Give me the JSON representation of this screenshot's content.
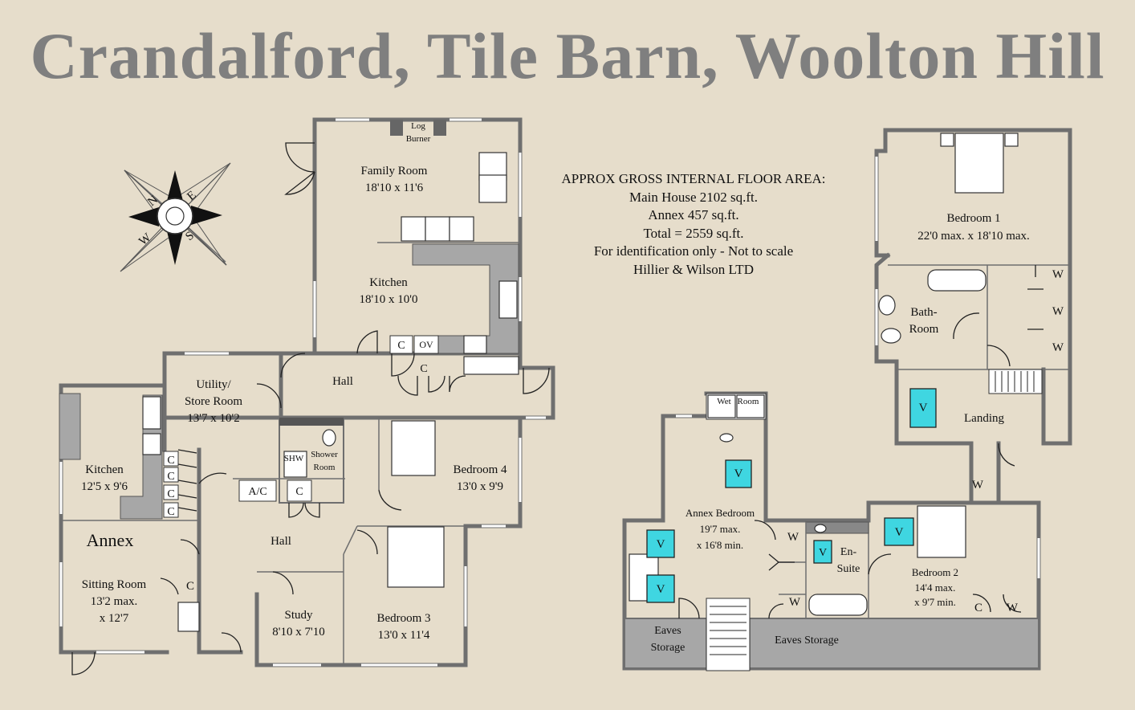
{
  "title": "Crandalford, Tile Barn, Woolton Hill",
  "area": {
    "heading": "APPROX GROSS INTERNAL FLOOR AREA:",
    "main_house": "Main House 2102 sq.ft.",
    "annex": "Annex 457 sq.ft.",
    "total": "Total = 2559 sq.ft.",
    "disclaimer": "For identification only - Not to scale",
    "company": "Hillier & Wilson LTD"
  },
  "compass": {
    "n": "N",
    "e": "E",
    "s": "S",
    "w": "W"
  },
  "ground_floor": {
    "family_room": {
      "name": "Family Room",
      "size": "18'10 x 11'6"
    },
    "log_burner_1": "Log",
    "log_burner_2": "Burner",
    "kitchen": {
      "name": "Kitchen",
      "size": "18'10 x 10'0"
    },
    "cupboard": "C",
    "oven": "OV",
    "hall_upper": "Hall",
    "utility_1": "Utility/",
    "utility_2": "Store Room",
    "utility_size": "13'7 x 10'2",
    "shower_label": "SHW",
    "shower_room_1": "Shower",
    "shower_room_2": "Room",
    "ac": "A/C",
    "bedroom4": {
      "name": "Bedroom 4",
      "size": "13'0 x 9'9"
    },
    "annex_kitchen": {
      "name": "Kitchen",
      "size": "12'5 x 9'6"
    },
    "annex_label": "Annex",
    "sitting_room": {
      "name": "Sitting Room",
      "size1": "13'2 max.",
      "size2": "x 12'7"
    },
    "hall_lower": "Hall",
    "study": {
      "name": "Study",
      "size": "8'10 x 7'10"
    },
    "bedroom3": {
      "name": "Bedroom 3",
      "size": "13'0 x 11'4"
    }
  },
  "first_floor": {
    "bedroom1": {
      "name": "Bedroom 1",
      "size": "22'0 max. x 18'10 max."
    },
    "bathroom_1": "Bath-",
    "bathroom_2": "Room",
    "wardrobe": "W",
    "landing": "Landing",
    "void": "V",
    "wet_room_1": "Wet",
    "wet_room_2": "Room",
    "annex_bedroom": {
      "name": "Annex Bedroom",
      "size1": "19'7 max.",
      "size2": "x 16'8 min."
    },
    "ensuite_1": "En-",
    "ensuite_2": "Suite",
    "bedroom2": {
      "name": "Bedroom 2",
      "size1": "14'4 max.",
      "size2": "x 9'7 min."
    },
    "cupboard": "C",
    "eaves_storage_1": "Eaves",
    "eaves_storage_2": "Storage",
    "eaves_storage_wide": "Eaves Storage"
  },
  "colors": {
    "background": "#e6ddcb",
    "title": "#7f7f7f",
    "wall": "#6f6f6f",
    "void_box": "#3fd6e1",
    "storage": "#a7a7a7"
  }
}
